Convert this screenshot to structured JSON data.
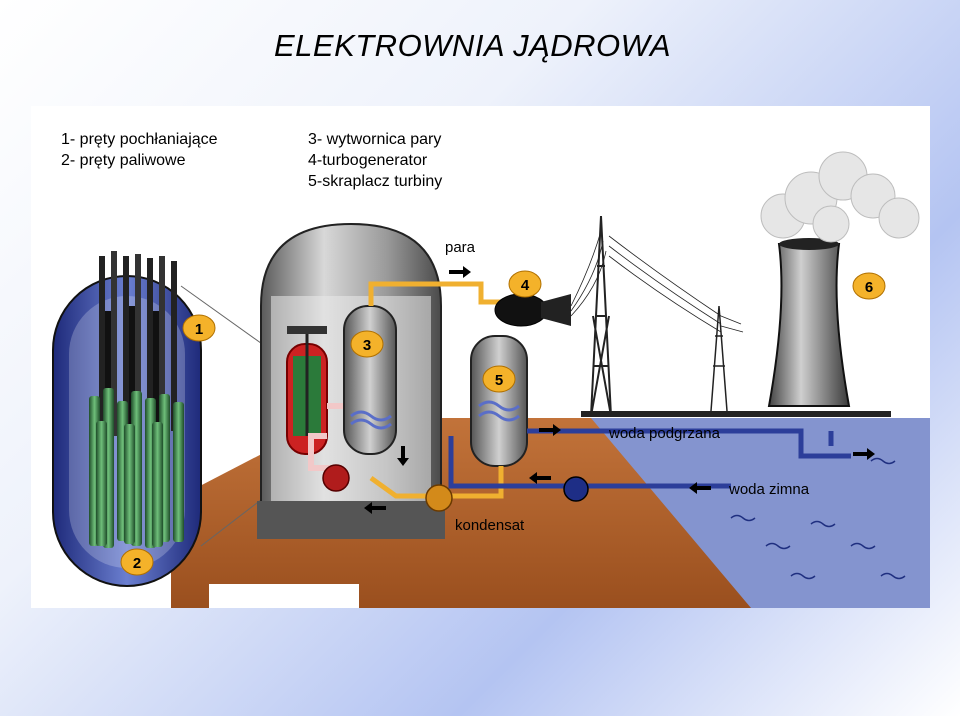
{
  "title": "ELEKTROWNIA  JĄDROWA",
  "legend": {
    "left": [
      "1- pręty pochłaniające",
      "2- pręty paliwowe"
    ],
    "right": [
      "3- wytwornica pary",
      "4-turbogenerator",
      "5-skraplacz turbiny"
    ]
  },
  "markers": {
    "m1": "1",
    "m2": "2",
    "m3": "3",
    "m4": "4",
    "m5": "5",
    "m6": "6"
  },
  "labels": {
    "para": "para",
    "woda_podgrzana": "woda podgrzana",
    "woda_zimna": "woda zimna",
    "kondensat": "kondensat"
  },
  "colors": {
    "marker_fill": "#f4b22a",
    "steam_pipe": "#f0b030",
    "hot_loop": "#f2c8c8",
    "cold_water": "#2c3e9a",
    "ground": "#b8642e",
    "river": "#7f8ec8"
  }
}
